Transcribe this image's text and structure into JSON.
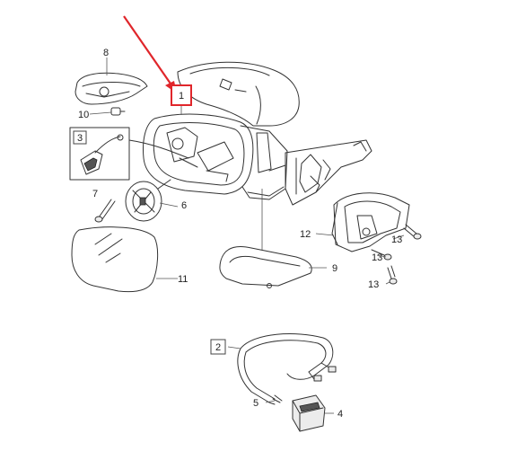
{
  "colors": {
    "highlight": "#e0262b",
    "line": "#333333",
    "fill": "#ececec"
  },
  "callouts": [
    {
      "id": "1",
      "boxed": true,
      "highlight": true
    },
    {
      "id": "2",
      "boxed": true
    },
    {
      "id": "3",
      "boxed": true
    },
    {
      "id": "4"
    },
    {
      "id": "5"
    },
    {
      "id": "6"
    },
    {
      "id": "7"
    },
    {
      "id": "8"
    },
    {
      "id": "9"
    },
    {
      "id": "10"
    },
    {
      "id": "11"
    },
    {
      "id": "12"
    },
    {
      "id": "13a",
      "label": "13"
    },
    {
      "id": "13b",
      "label": "13"
    },
    {
      "id": "13c",
      "label": "13"
    }
  ]
}
